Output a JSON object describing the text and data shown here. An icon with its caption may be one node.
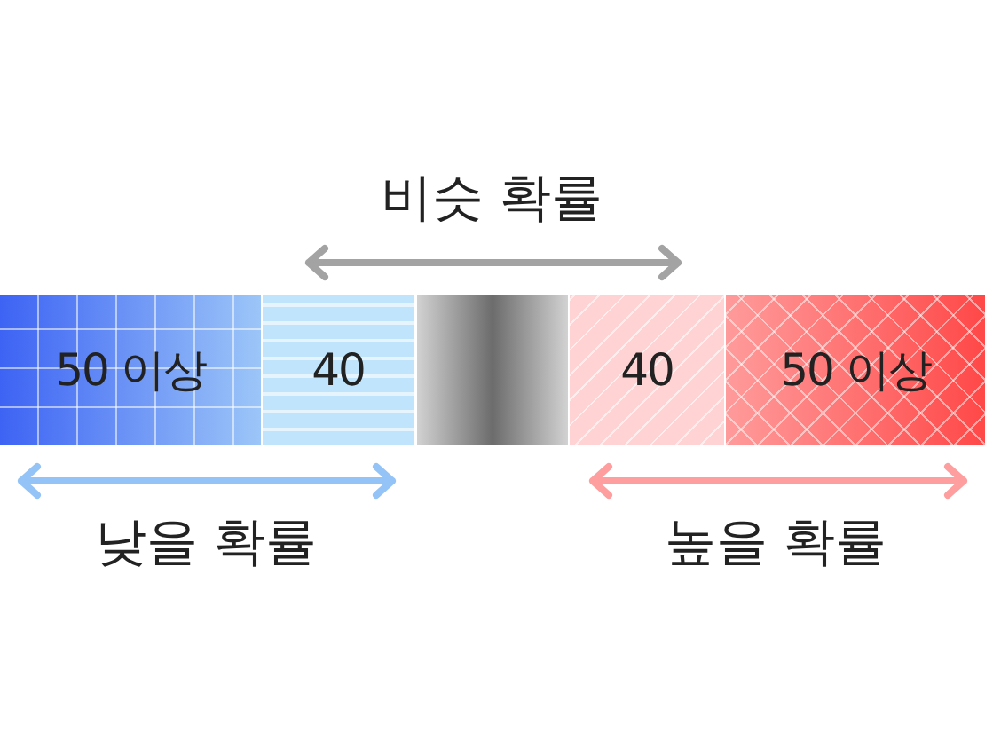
{
  "diagram": {
    "nodes": [
      {
        "text": [
          "50 이상"
        ]
      },
      {
        "text": [
          "40"
        ]
      },
      {
        "text": [],
        "shape": "bar"
      },
      {
        "text": [
          "40"
        ]
      },
      {
        "text": [
          "50 이상"
        ]
      }
    ],
    "labels": [
      "비슷 확률",
      "낮을 확률",
      "높을 확률"
    ]
  }
}
